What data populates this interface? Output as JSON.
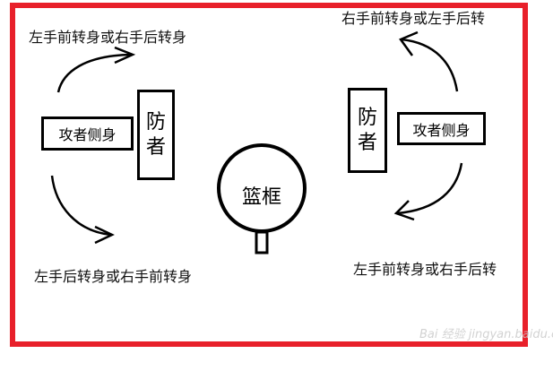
{
  "labels": {
    "top_left": "左手前转身或右手后转身",
    "top_right": "右手前转身或左手后转",
    "bottom_left": "左手后转身或右手前转身",
    "bottom_right": "左手前转身或右手后转"
  },
  "left": {
    "attacker": "攻者侧身",
    "defender_line1": "防",
    "defender_line2": "者"
  },
  "right": {
    "attacker": "攻者侧身",
    "defender_line1": "防",
    "defender_line2": "者"
  },
  "hoop": {
    "label": "篮框"
  },
  "watermark": "Bai 经验 jingyan.baidu.com",
  "colors": {
    "frame": "#e8202a",
    "ink": "#000000"
  }
}
